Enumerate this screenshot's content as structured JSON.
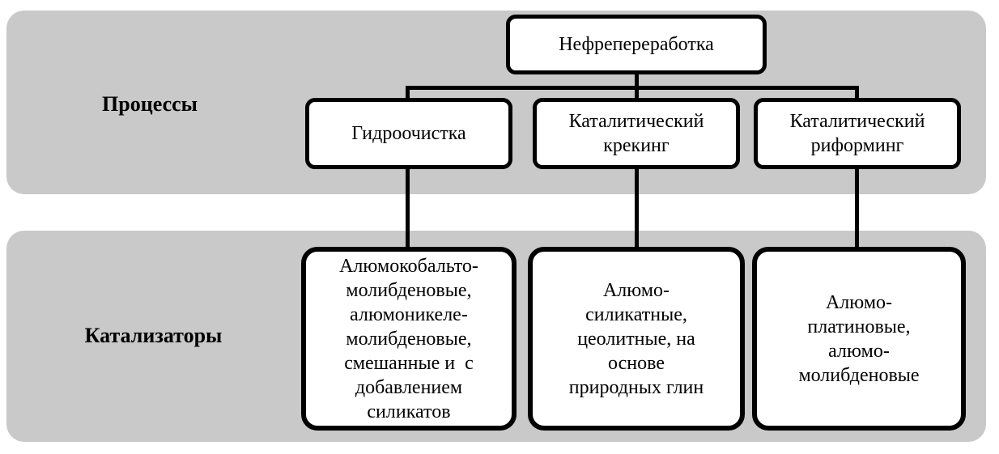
{
  "diagram": {
    "title_node": {
      "label": "Нефрепереработка"
    },
    "row_labels": {
      "processes": "Процессы",
      "catalysts": "Катализаторы"
    },
    "processes": [
      {
        "label": "Гидроочистка"
      },
      {
        "label": "Каталитический\nкрекинг"
      },
      {
        "label": "Каталитический\nриформинг"
      }
    ],
    "catalysts": [
      {
        "label": "Алюмокобальто-\nмолибденовые,\nалюмоникеле-\nмолибденовые,\nсмешанные и  с\nдобавлением\nсиликатов"
      },
      {
        "label": "Алюмо-\nсиликатные,\nцеолитные, на\nоснове\nприродных глин"
      },
      {
        "label": "Алюмо-\nплатиновые,\nалюмо-\nмолибденовые"
      }
    ],
    "colors": {
      "band_background": "#c9c9c9",
      "node_background": "#ffffff",
      "line_and_border": "#000000",
      "text": "#000000"
    }
  }
}
